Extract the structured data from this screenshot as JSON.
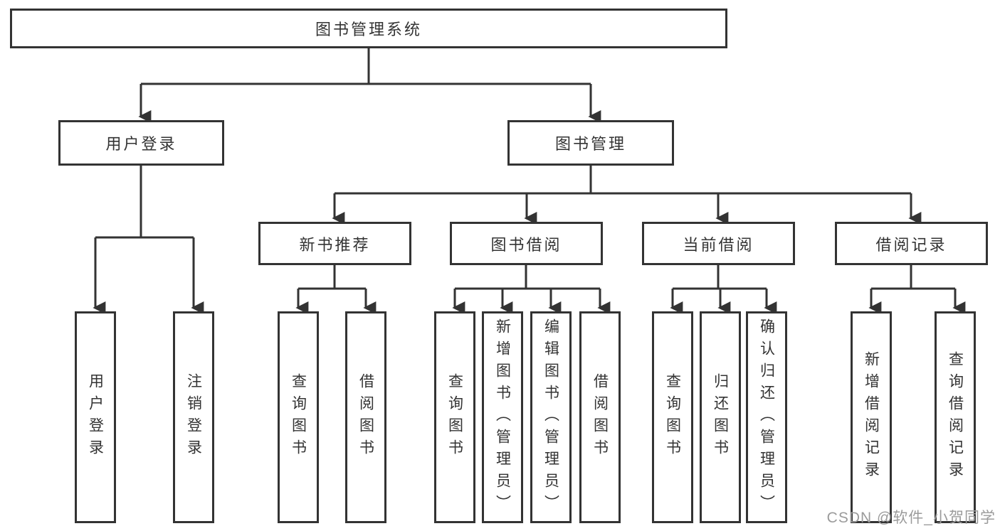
{
  "diagram_type": "hierarchy-tree",
  "nodes": {
    "root": "图书管理系统",
    "level2": [
      "用户登录",
      "图书管理"
    ],
    "level3": [
      "新书推荐",
      "图书借阅",
      "当前借阅",
      "借阅记录"
    ],
    "leaves": [
      "用户登录",
      "注销登录",
      "查询图书",
      "借阅图书",
      "查询图书",
      "新增图书（管理员）",
      "编辑图书（管理员）",
      "借阅图书",
      "查询图书",
      "归还图书",
      "确认归还（管理员）",
      "新增借阅记录",
      "查询借阅记录"
    ]
  },
  "watermark": {
    "text": "CSDN @软件_小贺同学"
  },
  "colors": {
    "line": "#333333",
    "text": "#333333",
    "box_fill": "#ffffff",
    "watermark": "#9b9b9b",
    "background": "#ffffff"
  }
}
